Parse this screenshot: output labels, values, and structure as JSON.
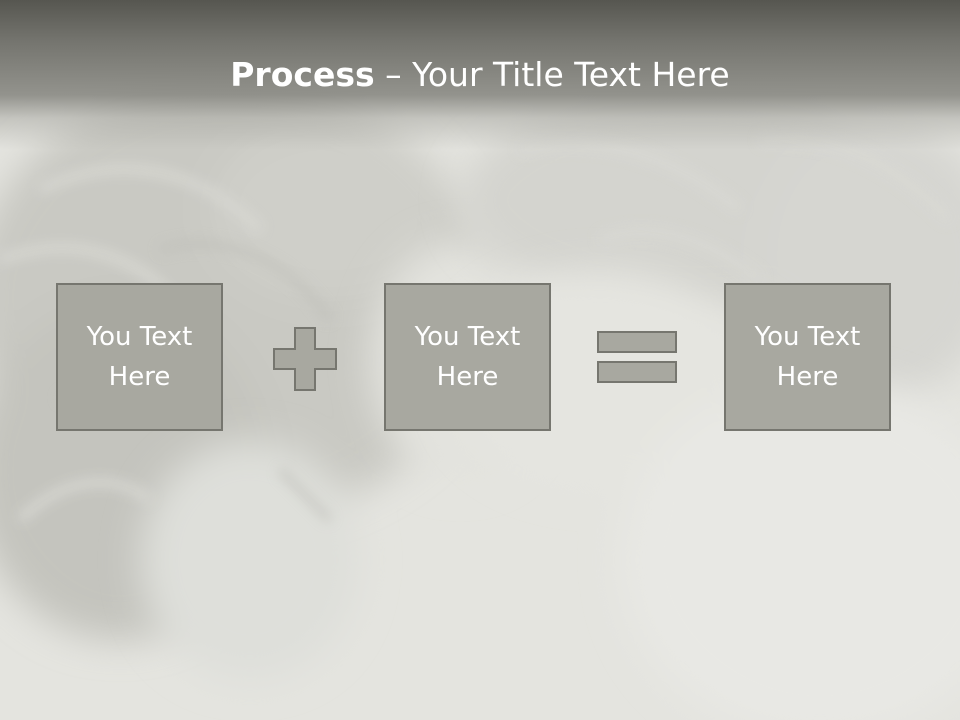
{
  "slide": {
    "title_bold": "Process",
    "title_rest": " – Your Title Text Here",
    "boxes": [
      {
        "text": "You Text Here"
      },
      {
        "text": "You Text Here"
      },
      {
        "text": "You Text Here"
      }
    ],
    "operators": [
      "plus-icon",
      "equals-icon"
    ],
    "colors": {
      "title_bar": "#6e6e68",
      "box_fill": "#a8a8a0",
      "box_border": "#76766f",
      "operator_fill": "#a8a8a0",
      "text": "#ffffff"
    }
  }
}
